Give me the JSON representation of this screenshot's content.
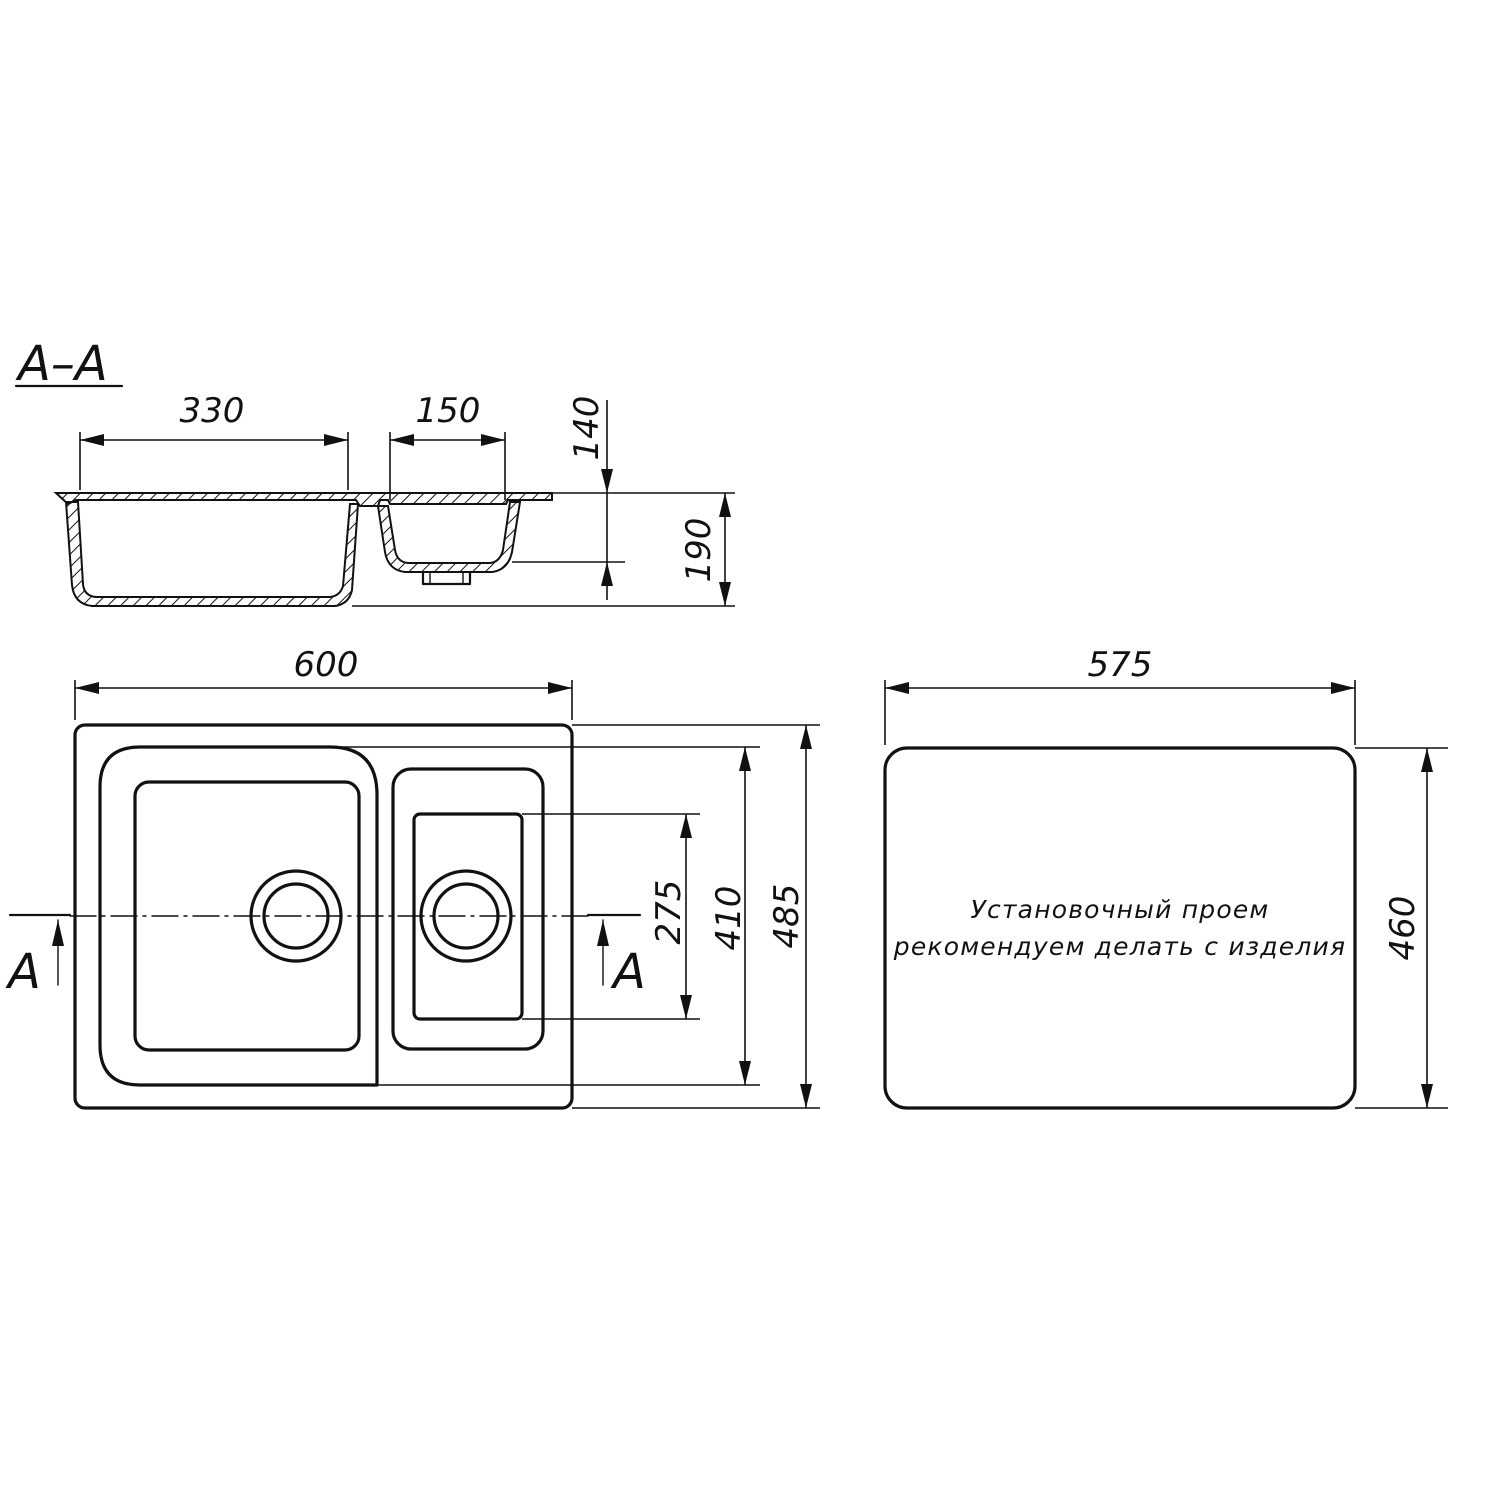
{
  "section": {
    "title": "A–A",
    "marker": "A"
  },
  "dimensions": {
    "bowl_width_large": "330",
    "bowl_width_small": "150",
    "depth_small": "140",
    "depth_large": "190",
    "overall_width": "600",
    "small_bowl_length": "275",
    "large_bowl_length": "410",
    "overall_depth": "485",
    "cutout_width": "575",
    "cutout_depth": "460"
  },
  "cutout_note": {
    "line1": "Установочный проем",
    "line2": "рекомендуем делать с изделия"
  },
  "colors": {
    "ink": "#111111",
    "background": "#ffffff"
  }
}
